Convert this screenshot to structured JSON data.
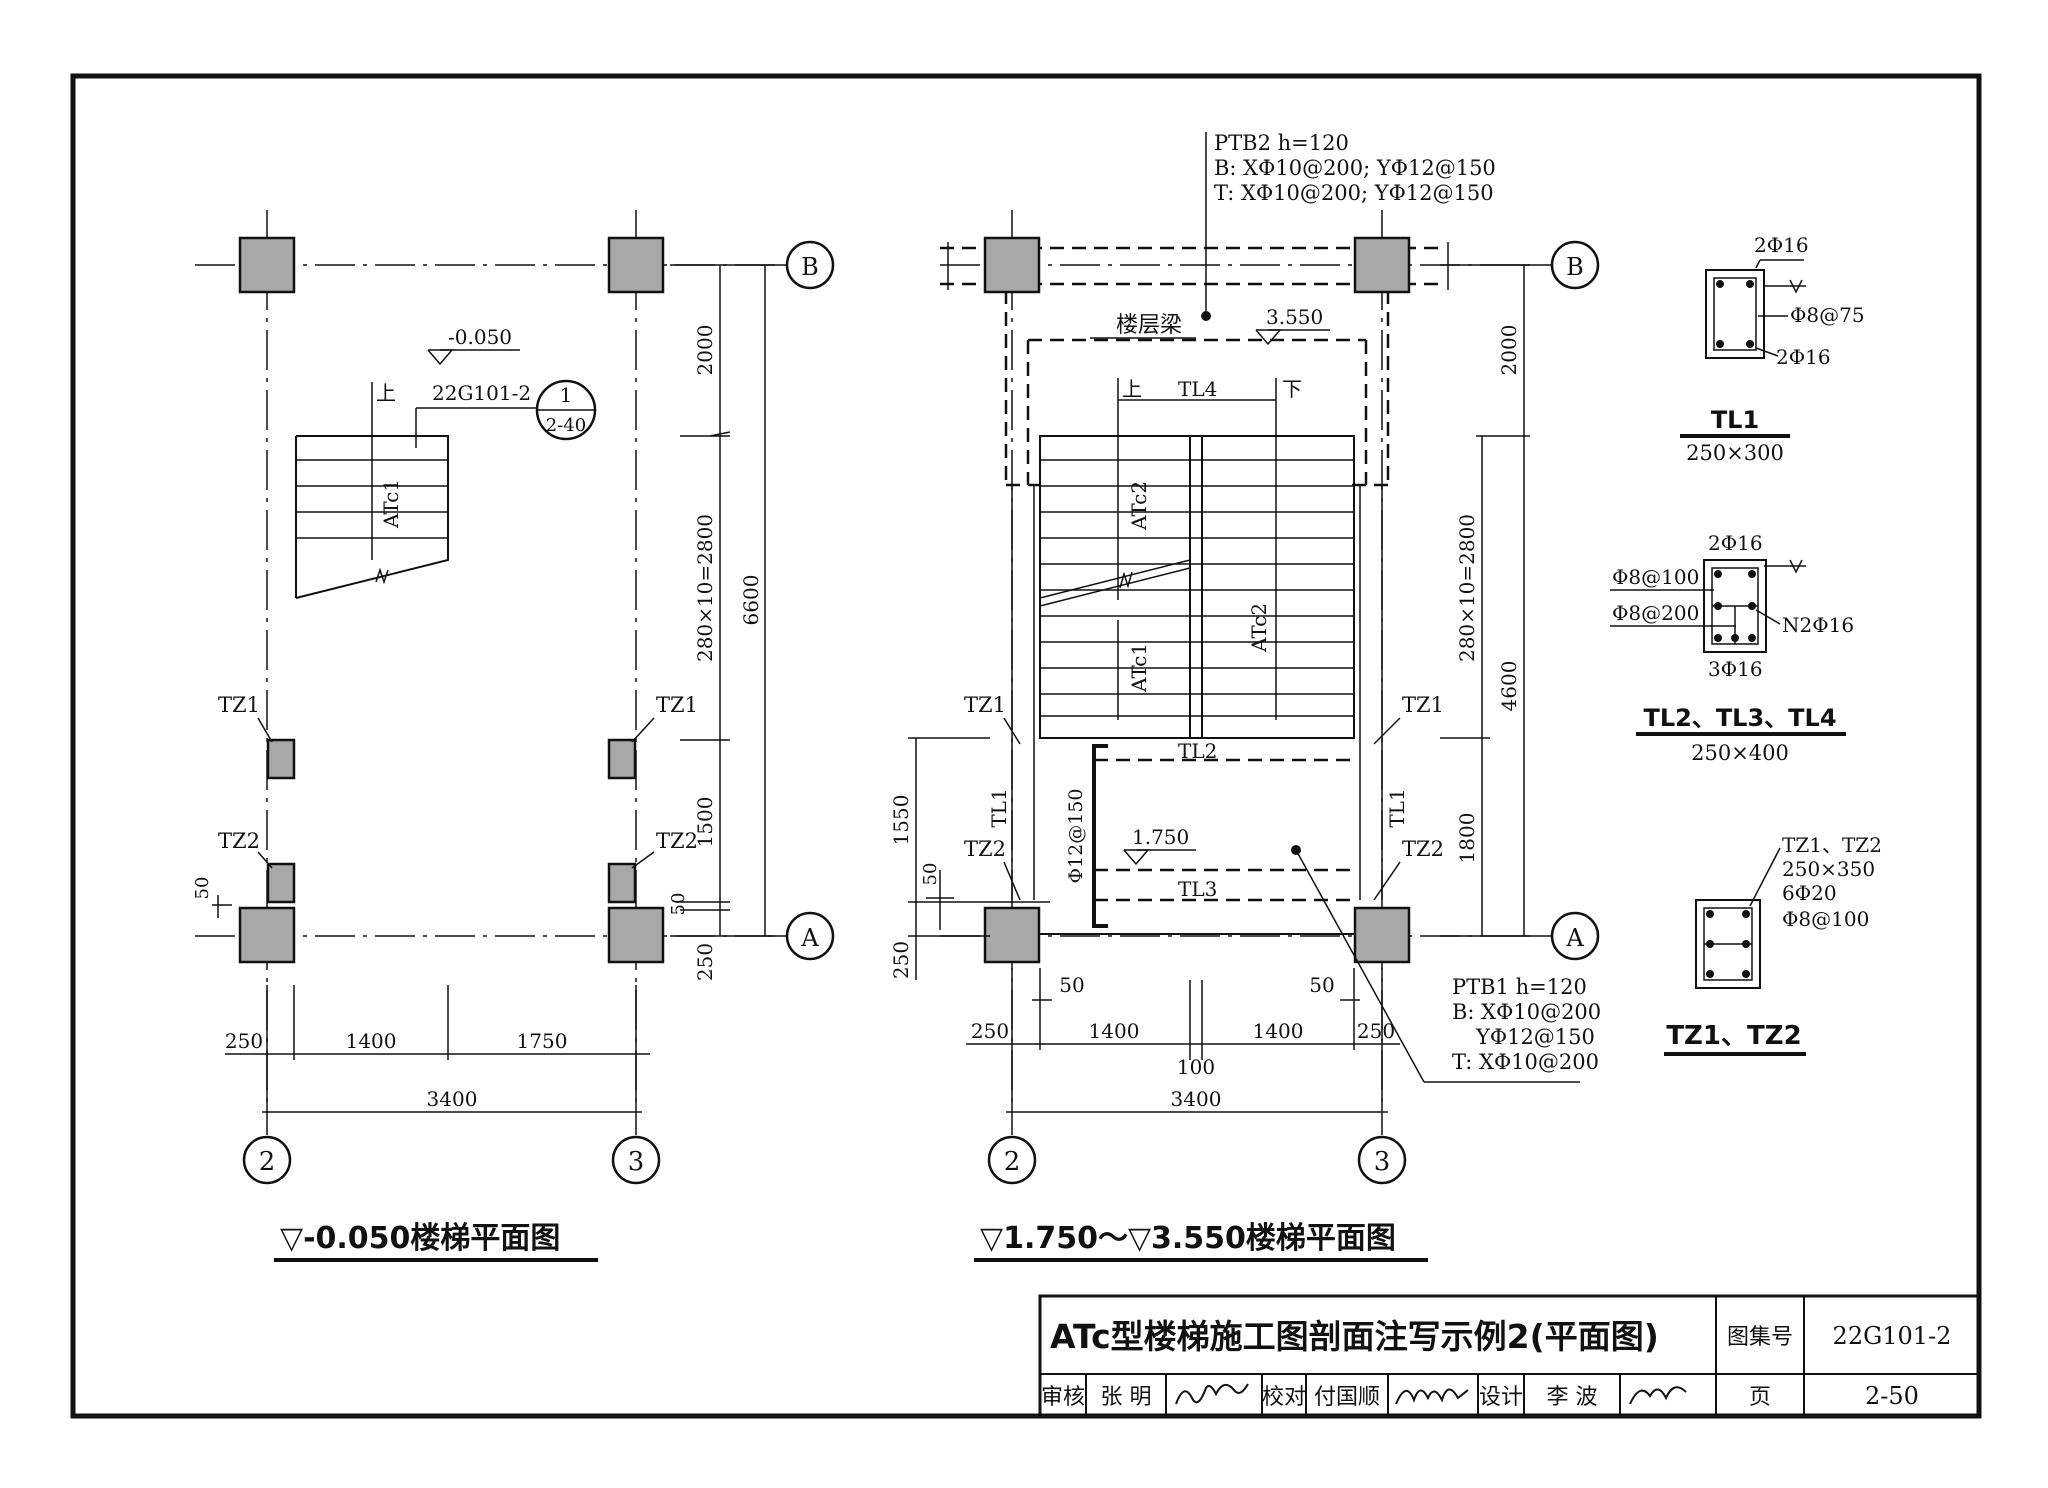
{
  "left_plan": {
    "title": "▽-0.050楼梯平面图",
    "level": "-0.050",
    "up": "上",
    "ref_code": "22G101-2",
    "ref_num": "1",
    "ref_page": "2-40",
    "flight": "ATc1",
    "tz1": "TZ1",
    "tz2": "TZ2",
    "dim_right": [
      "2000",
      "280×10=2800",
      "1500",
      "50",
      "250"
    ],
    "dim_total": "6600",
    "dim_left_small": "50",
    "dim_bottom": [
      "250",
      "1400",
      "1750"
    ],
    "dim_bottom_total": "3400",
    "axis_cols": [
      "2",
      "3"
    ],
    "axis_rows": [
      "B",
      "A"
    ]
  },
  "right_plan": {
    "title": "▽1.750～▽3.550楼梯平面图",
    "ptb2": [
      "PTB2 h=120",
      "B: XΦ10@200; YΦ12@150",
      "T: XΦ10@200; YΦ12@150"
    ],
    "floor_beam": "楼层梁",
    "level_top": "3.550",
    "up": "上",
    "down": "下",
    "tl4": "TL4",
    "tl2": "TL2",
    "tl3": "TL3",
    "tl1": "TL1",
    "flight1": "ATc1",
    "flight2": "ATc2",
    "rebar": "Φ12@150",
    "level_mid": "1.750",
    "tz1": "TZ1",
    "tz2": "TZ2",
    "ptb1": [
      "PTB1 h=120",
      "B: XΦ10@200",
      "YΦ12@150",
      "T: XΦ10@200"
    ],
    "dim_right": [
      "2000",
      "280×10=2800",
      "1800"
    ],
    "dim_total": "4600",
    "dim_left": [
      "1550",
      "50",
      "250"
    ],
    "dim_bottom": [
      "250",
      "1400",
      "1400",
      "250"
    ],
    "dim_mid": "100",
    "dim_small": [
      "50",
      "50"
    ],
    "dim_bottom_total": "3400",
    "axis_cols": [
      "2",
      "3"
    ],
    "axis_rows": [
      "B",
      "A"
    ]
  },
  "sections": {
    "tl1": {
      "top": "2Φ16",
      "stirrup": "Φ8@75",
      "bottom": "2Φ16",
      "name": "TL1",
      "size": "250×300"
    },
    "tl234": {
      "top": "2Φ16",
      "stirrup1": "Φ8@100",
      "stirrup2": "Φ8@200",
      "side": "N2Φ16",
      "bottom": "3Φ16",
      "name": "TL2、TL3、TL4",
      "size": "250×400"
    },
    "tz": {
      "names": "TZ1、TZ2",
      "size": "250×350",
      "bars": "6Φ20",
      "stirrup": "Φ8@100",
      "label": "TZ1、TZ2"
    }
  },
  "title_block": {
    "title": "ATc型楼梯施工图剖面注写示例2(平面图)",
    "atlas_label": "图集号",
    "atlas_no": "22G101-2",
    "review_label": "审核",
    "reviewer": "张 明",
    "check_label": "校对",
    "checker": "付国顺",
    "design_label": "设计",
    "designer": "李 波",
    "page_label": "页",
    "page_no": "2-50"
  }
}
